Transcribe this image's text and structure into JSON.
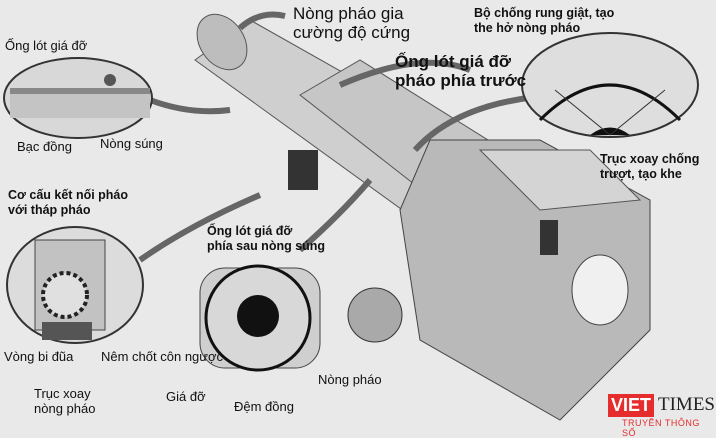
{
  "labels": {
    "barrel_reinforced": "Nòng pháo gia\ncường độ cứng",
    "recoil_damper": "Bộ chống rung giật, tạo\nthe hở nòng pháo",
    "front_sleeve": "Ống lót giá đỡ\npháo phía trước",
    "anti_slip_pivot": "Trục xoay chống\ntrượt, tạo khe",
    "sleeve_support": "Ống lót giá đỡ",
    "copper_bushing": "Bạc đồng",
    "gun_barrel": "Nòng súng",
    "turret_link": "Cơ cấu kết nối pháo\nvới tháp pháo",
    "rear_sleeve": "Ống lót giá đỡ\nphía sau nòng súng",
    "roller_bearing": "Vòng bi đũa",
    "reverse_taper_wedge": "Nêm chốt côn ngược",
    "barrel_pivot": "Trục xoay\nnòng pháo",
    "support": "Giá đỡ",
    "copper_pad": "Đệm đồng",
    "cannon_barrel": "Nòng pháo"
  },
  "logo": {
    "brand_a": "VIET",
    "brand_b": "TIMES",
    "tagline": "TRUYỀN THÔNG SỐ"
  },
  "colors": {
    "brand_red": "#e52d2d"
  }
}
